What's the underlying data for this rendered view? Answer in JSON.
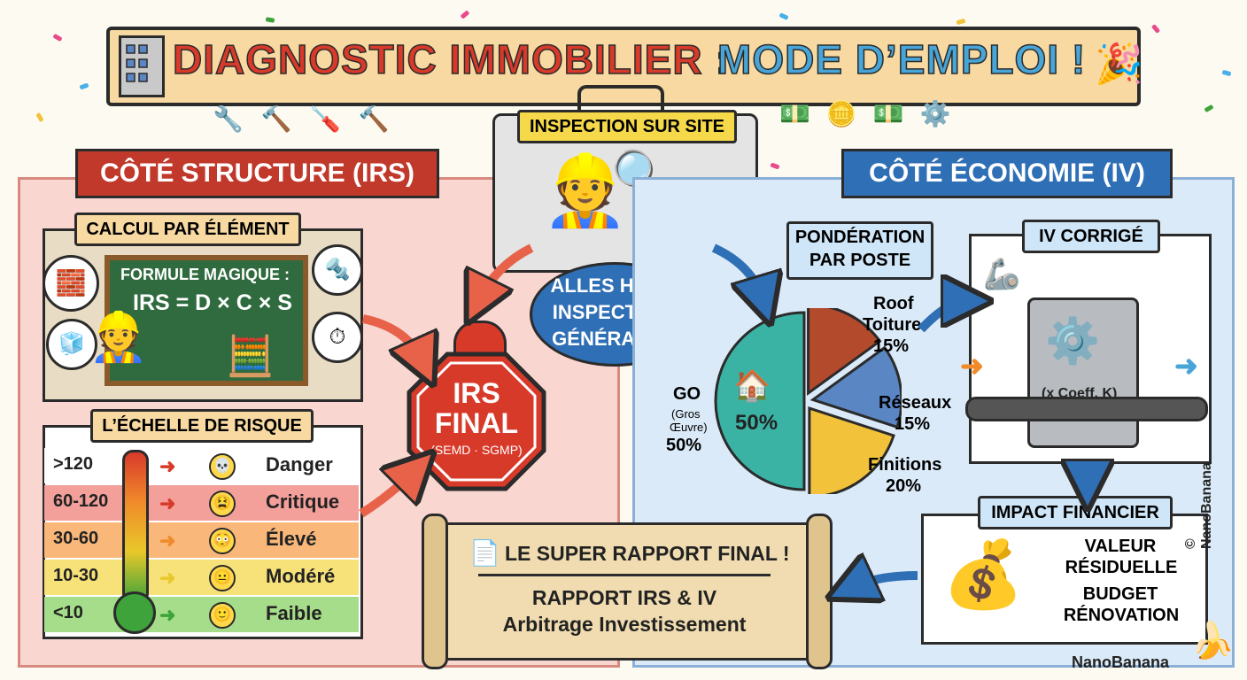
{
  "title": {
    "part1": "DIAGNOSTIC IMMOBILIER :",
    "part2": "MODE D’EMPLOI !"
  },
  "structure": {
    "ribbon": "CÔTÉ STRUCTURE (IRS)",
    "calc_tag": "CALCUL PAR ÉLÉMENT",
    "formula_title": "FORMULE MAGIQUE :",
    "formula": "IRS = D × C × S",
    "scale_tag": "L’ÉCHELLE DE RISQUE",
    "risk_levels": [
      {
        "range": ">120",
        "label": "Danger",
        "color": "#ffffff",
        "arrow_color": "#d83a2a",
        "face": "💀"
      },
      {
        "range": "60-120",
        "label": "Critique",
        "color": "#f4a09a",
        "arrow_color": "#d83a2a",
        "face": "😫"
      },
      {
        "range": "30-60",
        "label": "Élevé",
        "color": "#f9b87a",
        "arrow_color": "#f08a2a",
        "face": "😳"
      },
      {
        "range": "10-30",
        "label": "Modéré",
        "color": "#f7e27a",
        "arrow_color": "#e8c82a",
        "face": "😐"
      },
      {
        "range": "<10",
        "label": "Faible",
        "color": "#a6dd8a",
        "arrow_color": "#3da33a",
        "face": "🙂"
      }
    ]
  },
  "inspection": {
    "tag": "INSPECTION SUR SITE",
    "bubble": [
      "ALLES HOP !",
      "INSPECTION",
      "GÉNÉRALE !"
    ]
  },
  "irs_final": {
    "line1": "IRS",
    "line2": "FINAL",
    "sub": "(SEMD · SGMP)"
  },
  "economie": {
    "ribbon": "CÔTÉ ÉCONOMIE (IV)",
    "ponderation_tag": [
      "PONDÉRATION",
      "PAR POSTE"
    ],
    "pie": [
      {
        "name": "GO",
        "sub1": "(Gros",
        "sub2": "Œuvre)",
        "value": 50,
        "label": "50%",
        "color": "#3bb3a4"
      },
      {
        "name": "Roof",
        "name2": "Toiture",
        "value": 15,
        "label": "15%",
        "color": "#b44a2c"
      },
      {
        "name": "Réseaux",
        "value": 15,
        "label": "15%",
        "color": "#5a86c4"
      },
      {
        "name": "Finitions",
        "value": 20,
        "label": "20%",
        "color": "#f2c33a"
      }
    ],
    "pie_center_label": "50%",
    "iv_tag": "IV CORRIGÉ",
    "coeff": "(x Coeff. K)",
    "impact_tag": "IMPACT FINANCIER",
    "impact_lines": [
      "VALEUR",
      "RÉSIDUELLE",
      "BUDGET",
      "RÉNOVATION"
    ]
  },
  "report": {
    "title": "LE SUPER RAPPORT FINAL !",
    "line1": "RAPPORT IRS & IV",
    "line2": "Arbitrage Investissement"
  },
  "credits": {
    "vertical": "© NanoBanana",
    "bottom": "NanoBanana"
  },
  "colors": {
    "red": "#d83a2a",
    "blue": "#2f6fb5",
    "cream": "#f7d9a1",
    "pink_bg": "#f9d6d0",
    "blue_bg": "#dbeaf8"
  }
}
